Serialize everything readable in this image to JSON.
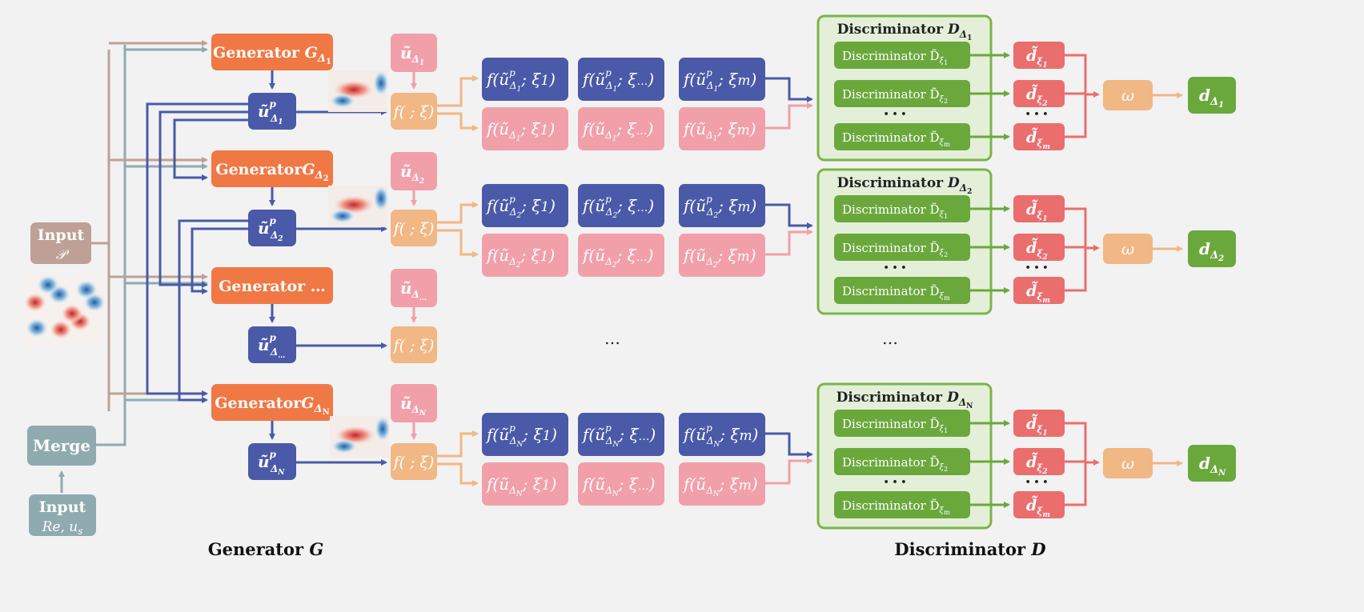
{
  "colors": {
    "background": "#f2f2f2",
    "generator": "#f07844",
    "latent": "#4a5aa8",
    "target_pink": "#f1a0aa",
    "filter_tan": "#f1b784",
    "feature_pink": "#f1a0aa",
    "disc_green": "#6aa83c",
    "disc_panel_fill": "#e4efd9",
    "disc_panel_border": "#7ab54a",
    "d_red": "#ea6e6e",
    "input_brown": "#bfa096",
    "merge_teal": "#8fabb0",
    "arrow_blue": "#4a5aa8",
    "arrow_tan": "#f1b784",
    "arrow_pink": "#f1a0aa",
    "arrow_green": "#6aa83c",
    "arrow_red": "#ea6e6e",
    "arrow_brown": "#bfa096",
    "arrow_teal": "#8fabb0"
  },
  "inputs": {
    "p_label": "Input",
    "p_symbol": "𝒫",
    "merge_label": "Merge",
    "re_label": "Input",
    "re_symbol": "Re, u",
    "re_sub": "s"
  },
  "generators": [
    {
      "prefix": "Generator ",
      "sym": "G",
      "sub": "Δ",
      "subsub": "1"
    },
    {
      "prefix": "Generator",
      "sym": "G",
      "sub": "Δ",
      "subsub": "2"
    },
    {
      "prefix": "Generator  …",
      "sym": "",
      "sub": "",
      "subsub": ""
    },
    {
      "prefix": "Generator",
      "sym": "G",
      "sub": "Δ",
      "subsub": "N"
    }
  ],
  "latents": [
    {
      "sym": "ũ",
      "sup": "p",
      "sub": "Δ",
      "subsub": "1"
    },
    {
      "sym": "ũ",
      "sup": "p",
      "sub": "Δ",
      "subsub": "2"
    },
    {
      "sym": "ũ",
      "sup": "p",
      "sub": "Δ",
      "subsub": "…"
    },
    {
      "sym": "ũ",
      "sup": "p",
      "sub": "Δ",
      "subsub": "N"
    }
  ],
  "targets": [
    {
      "sym": "ũ",
      "sub": "Δ",
      "subsub": "1"
    },
    {
      "sym": "ũ",
      "sub": "Δ",
      "subsub": "2"
    },
    {
      "sym": "ũ",
      "sub": "Δ",
      "subsub": "…"
    },
    {
      "sym": "ũ",
      "sub": "Δ",
      "subsub": "N"
    }
  ],
  "filter_label": "f( ; ξ)",
  "feature_rows": [
    {
      "idx": "1",
      "latent": [
        "f(ũ",
        "Δ₁",
        "; ξ₁)"
      ],
      "items": [
        {
          "top": "f(ũᵖΔ₁; ξ₁)",
          "bot": "f(ũΔ₁; ξ₁)"
        },
        {
          "top": "f(ũᵖΔ₁; ξ…)",
          "bot": "f(ũΔ₁; ξ…)"
        },
        {
          "top": "f(ũᵖΔ₁; ξm)",
          "bot": "f(ũΔ₁; ξm)"
        }
      ]
    },
    {
      "idx": "2",
      "items": [
        {
          "top": "f(ũᵖΔ₂; ξ₁)",
          "bot": "f(ũΔ₂; ξ₁)"
        },
        {
          "top": "f(ũᵖΔ₂; ξ…)",
          "bot": "f(ũΔ₂; ξ…)"
        },
        {
          "top": "f(ũᵖΔ₂; ξm)",
          "bot": "f(ũΔ₂; ξm)"
        }
      ]
    },
    {
      "idx": "N",
      "items": [
        {
          "top": "f(ũᵖΔN; ξ₁)",
          "bot": "f(ũΔN; ξ₁)"
        },
        {
          "top": "f(ũᵖΔN; ξ…)",
          "bot": "f(ũΔN; ξ…)"
        },
        {
          "top": "f(ũᵖΔN; ξm)",
          "bot": "f(ũΔN; ξm)"
        }
      ]
    }
  ],
  "disc_panels": [
    {
      "title": "Discriminator D",
      "sub": "Δ",
      "subsub": "1"
    },
    {
      "title": "Discriminator D",
      "sub": "Δ",
      "subsub": "2"
    },
    {
      "title": "Discriminator D",
      "sub": "Δ",
      "subsub": "N"
    }
  ],
  "sub_discs": [
    {
      "label": "Discriminator D̃",
      "sub": "ξ",
      "subsub": "1"
    },
    {
      "label": "Discriminator D̃",
      "sub": "ξ",
      "subsub": "2"
    },
    {
      "label": "Discriminator D̃",
      "sub": "ξ",
      "subsub": "m"
    }
  ],
  "d_outputs": [
    {
      "sym": "d̃",
      "sub": "ξ",
      "subsub": "1"
    },
    {
      "sym": "d̃",
      "sub": "ξ",
      "subsub": "2"
    },
    {
      "sym": "d̃",
      "sub": "ξ",
      "subsub": "m"
    }
  ],
  "omega": "ω",
  "final_outputs": [
    {
      "sym": "d",
      "sub": "Δ",
      "subsub": "1"
    },
    {
      "sym": "d",
      "sub": "Δ",
      "subsub": "2"
    },
    {
      "sym": "d",
      "sub": "Δ",
      "subsub": "N"
    }
  ],
  "ellipsis": "…",
  "dots": "• • •",
  "footer": {
    "generator_prefix": "Generator ",
    "generator_sym": "G",
    "discriminator_prefix": "Discriminator ",
    "discriminator_sym": "D"
  }
}
